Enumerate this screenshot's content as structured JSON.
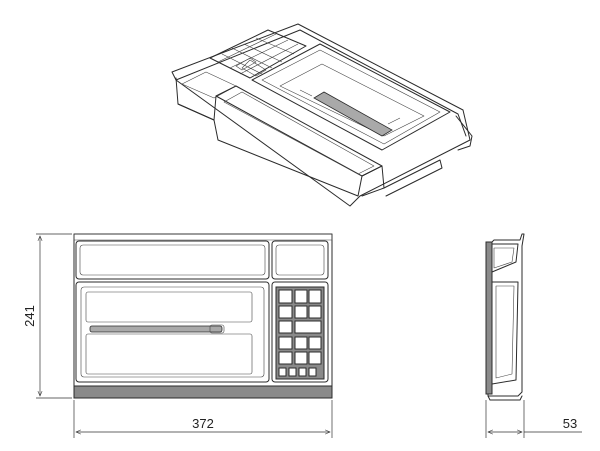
{
  "dimensions": {
    "width": "372",
    "height": "241",
    "depth": "53"
  }
}
